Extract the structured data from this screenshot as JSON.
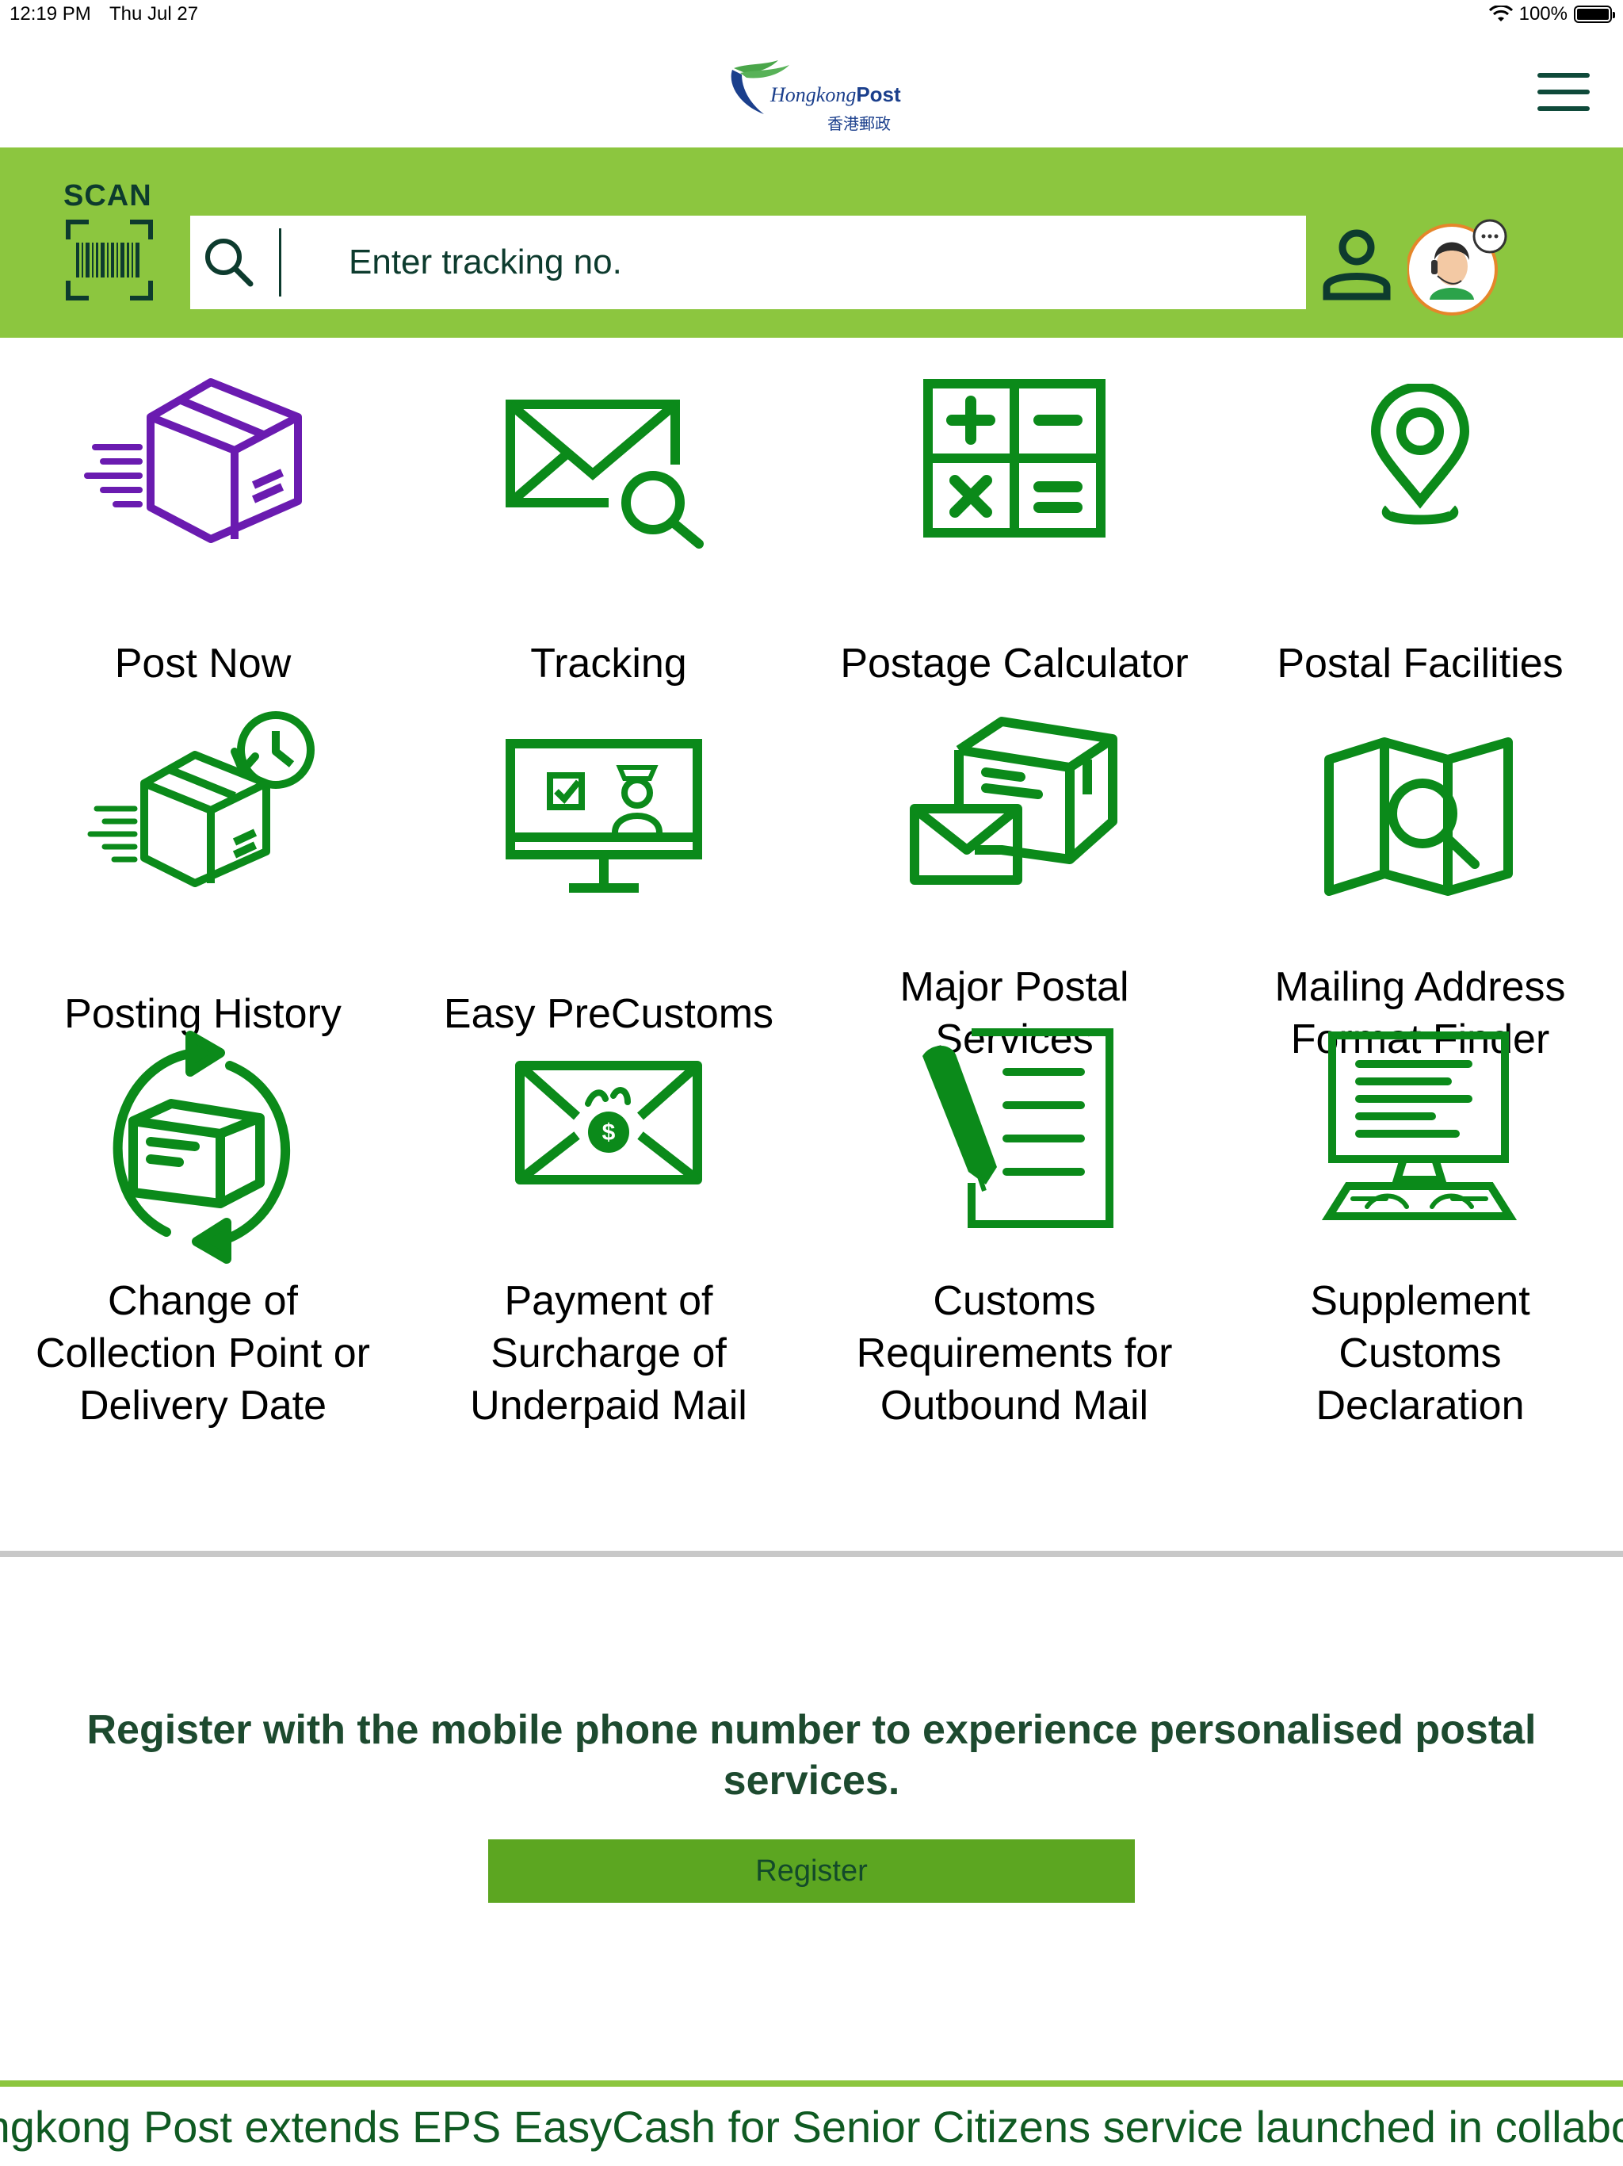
{
  "status_bar": {
    "time": "12:19 PM",
    "date": "Thu Jul 27",
    "battery": "100%"
  },
  "header": {
    "logo_en_1": "Hongkong",
    "logo_en_2": "Post",
    "logo_zh": "香港郵政"
  },
  "search": {
    "scan_label": "SCAN",
    "placeholder": "Enter tracking no."
  },
  "services": [
    {
      "label": "Post Now",
      "icon": "box-delivery-icon"
    },
    {
      "label": "Tracking",
      "icon": "envelope-search-icon"
    },
    {
      "label": "Postage Calculator",
      "icon": "calculator-icon"
    },
    {
      "label": "Postal Facilities",
      "icon": "location-pin-icon"
    },
    {
      "label": "Posting History",
      "icon": "box-history-icon"
    },
    {
      "label": "Easy PreCustoms",
      "icon": "customs-officer-monitor-icon"
    },
    {
      "label": "Major Postal\nServices",
      "icon": "parcel-envelope-icon"
    },
    {
      "label": "Mailing Address\nFormat Finder",
      "icon": "map-search-icon"
    },
    {
      "label": "Change of\nCollection Point or\nDelivery Date",
      "icon": "box-cycle-icon"
    },
    {
      "label": "Payment of\nSurcharge of\nUnderpaid Mail",
      "icon": "envelope-payment-icon"
    },
    {
      "label": "Customs\nRequirements for\nOutbound Mail",
      "icon": "document-pen-icon"
    },
    {
      "label": "Supplement\nCustoms\nDeclaration",
      "icon": "computer-typing-icon"
    }
  ],
  "promo": {
    "text": "Register with the mobile phone number to experience personalised postal services.",
    "register_label": "Register"
  },
  "ticker": {
    "text": "Hongkong Post extends EPS EasyCash for Senior Citizens service launched in collaboration"
  },
  "colors": {
    "brand_green": "#8cc63f",
    "icon_green": "#0b8a1a",
    "purple": "#6a1bb0",
    "button_green": "#5ca621"
  }
}
